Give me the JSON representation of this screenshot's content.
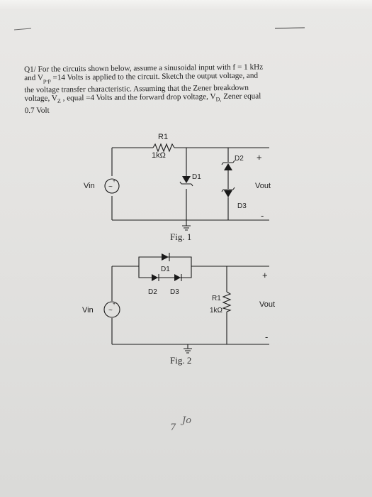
{
  "question": {
    "line1": "Q1/ For the circuits shown below, assume a sinusoidal input with f = 1 kHz",
    "line2_pre": "and V",
    "line2_sub": "p-p",
    "line2_post": " =14 Volts is applied to the circuit. Sketch the output voltage, and",
    "line3": "the voltage transfer characteristic. Assuming that the Zener breakdown",
    "line4_pre": "voltage, V",
    "line4_sub": "Z",
    "line4_mid": " , equal =4 Volts and the forward drop voltage, V",
    "line4_sub2": "D,",
    "line4_post": " Zener equal",
    "line5": "0.7 Volt"
  },
  "fig1": {
    "r1_label": "R1",
    "r1_value": "1kΩ",
    "d1_label": "D1",
    "d2_label": "D2",
    "d3_label": "D3",
    "vin_label": "Vin",
    "vout_label": "Vout",
    "plus": "+",
    "minus": "-",
    "caption": "Fig. 1"
  },
  "fig2": {
    "d1_label": "D1",
    "d2_label": "D2",
    "d3_label": "D3",
    "r1_label": "R1",
    "r1_value": "1kΩ",
    "vin_label": "Vin",
    "vout_label": "Vout",
    "plus": "+",
    "minus": "-",
    "caption": "Fig. 2"
  },
  "handwriting": {
    "mark1": "Jo",
    "mark2": "7"
  }
}
